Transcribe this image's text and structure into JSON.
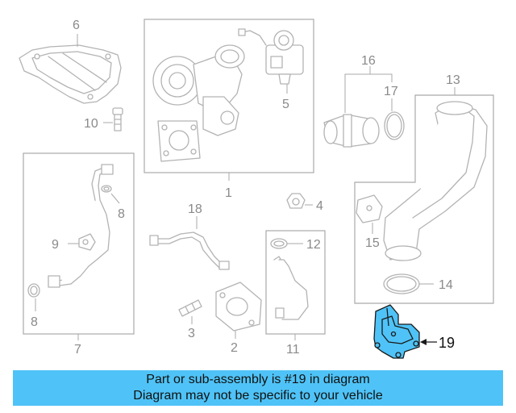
{
  "diagram": {
    "callouts": {
      "c1": "1",
      "c2": "2",
      "c3": "3",
      "c4": "4",
      "c5": "5",
      "c6": "6",
      "c7": "7",
      "c8a": "8",
      "c8b": "8",
      "c9": "9",
      "c10": "10",
      "c11": "11",
      "c12": "12",
      "c13": "13",
      "c14": "14",
      "c15": "15",
      "c16": "16",
      "c17": "17",
      "c18": "18",
      "c19": "19"
    },
    "highlighted_part": "19"
  },
  "banner": {
    "line1": "Part or sub-assembly is #19 in diagram",
    "line2": "Diagram may not be specific to your vehicle",
    "color": "#4fc3f7"
  },
  "colors": {
    "highlight": "#4fc3f7",
    "linework": "#b3b3b3",
    "callout_text": "#8a8a8a"
  }
}
